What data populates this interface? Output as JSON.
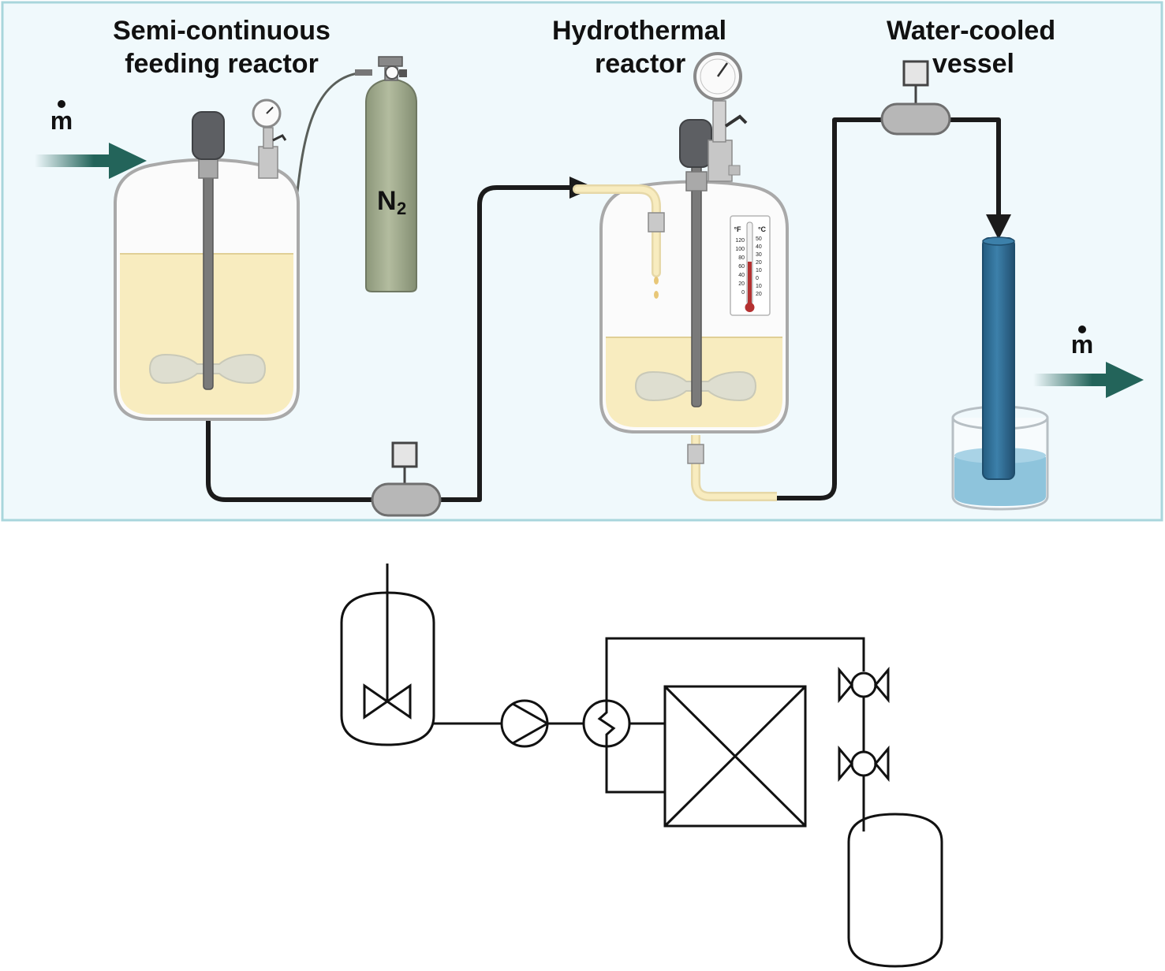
{
  "labels": {
    "feeding_reactor": [
      "Semi-continuous",
      "feeding reactor"
    ],
    "hydrothermal_reactor": [
      "Hydrothermal",
      "reactor"
    ],
    "cooled_vessel": [
      "Water-cooled",
      "vessel"
    ],
    "mass_flow_in": "m",
    "mass_flow_out": "m",
    "gas_symbol": "N",
    "gas_subscript": "2"
  },
  "thermometer": {
    "f_label": "°F",
    "c_label": "°C",
    "f_ticks": [
      "120",
      "100",
      "80",
      "60",
      "40",
      "20",
      "0"
    ],
    "c_ticks": [
      "50",
      "40",
      "30",
      "20",
      "10",
      "0",
      "10",
      "20"
    ]
  },
  "colors": {
    "panel_bg": "#f0f9fc",
    "panel_border": "#a9d6dc",
    "liquid": "#f8ecbf",
    "arrow": "#23645a",
    "pipe": "#1b1b1b",
    "cylinder": "#9ea98c",
    "water": "#8ec4dc",
    "cooling_column": "#2f6f98"
  }
}
